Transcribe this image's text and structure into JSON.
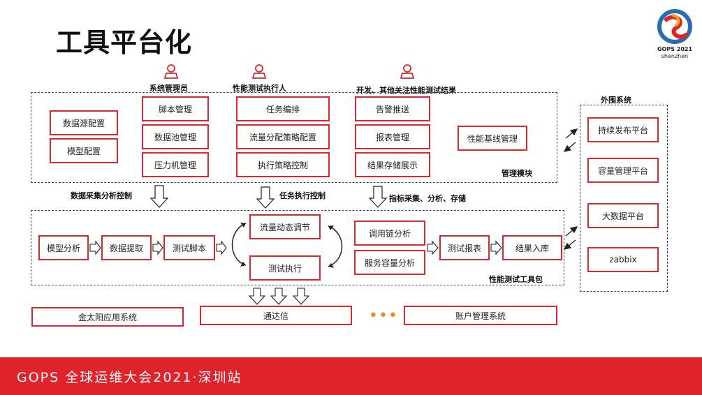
{
  "title": "工具平台化",
  "logo": {
    "line1": "GOPS 2021",
    "line2": "shenzhen"
  },
  "roles": {
    "admin": "系统管理员",
    "executor": "性能测试执行人",
    "dev": "开发、其他关注性能测试结果"
  },
  "mgmt": {
    "caption": "管理模块",
    "data_source": "数据源配置",
    "model_config": "模型配置",
    "script_mgmt": "脚本管理",
    "datapool_mgmt": "数据池管理",
    "press_mgmt": "压力机管理",
    "task_arrange": "任务编排",
    "traffic_strategy": "流量分配策略配置",
    "exec_strategy": "执行策略控制",
    "alert_push": "告警推送",
    "report_mgmt": "报表管理",
    "result_store": "结果存储展示",
    "baseline_mgmt": "性能基线管理"
  },
  "flows": {
    "data_collect": "数据采集分析控制",
    "task_exec": "任务执行控制",
    "metrics": "指标采集、分析、存储"
  },
  "toolkit": {
    "caption": "性能测试工具包",
    "model_analysis": "模型分析",
    "data_extract": "数据提取",
    "test_script": "测试脚本",
    "traffic_adjust": "流量动态调节",
    "test_exec": "测试执行",
    "trace_analysis": "调用链分析",
    "capacity_analysis": "服务容量分析",
    "test_report": "测试报表",
    "result_store": "结果入库"
  },
  "external": {
    "caption": "外围系统",
    "ci_platform": "持续发布平台",
    "capacity_platform": "容量管理平台",
    "bigdata_platform": "大数据平台",
    "zabbix": "zabbix"
  },
  "bottom": {
    "jintaiyang": "金太阳应用系统",
    "tongdaxin": "通达信",
    "dots": "•••",
    "account": "账户管理系统"
  },
  "footer": "GOPS 全球运维大会2021·深圳站",
  "colors": {
    "accent": "#d9272e",
    "footer_bg": "#e0222a",
    "dots": "#f08a24"
  }
}
